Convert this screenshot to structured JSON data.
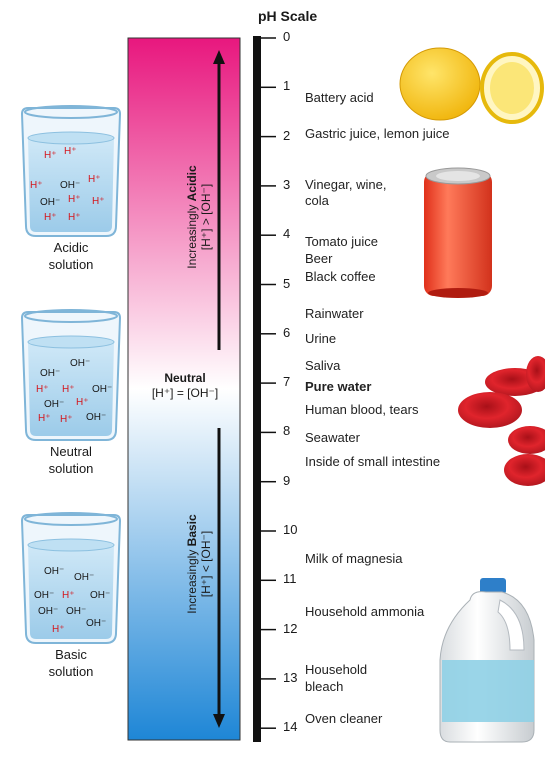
{
  "title": "pH Scale",
  "ticks": [
    "0",
    "1",
    "2",
    "3",
    "4",
    "5",
    "6",
    "7",
    "8",
    "9",
    "10",
    "11",
    "12",
    "13",
    "14"
  ],
  "substances": [
    {
      "text": "Battery acid",
      "bold": false
    },
    {
      "text": "Gastric juice, lemon juice",
      "bold": false
    },
    {
      "text": "Vinegar, wine,",
      "bold": false
    },
    {
      "text": "cola",
      "bold": false
    },
    {
      "text": "Tomato juice",
      "bold": false
    },
    {
      "text": "Beer",
      "bold": false
    },
    {
      "text": "Black coffee",
      "bold": false
    },
    {
      "text": "Rainwater",
      "bold": false
    },
    {
      "text": "Urine",
      "bold": false
    },
    {
      "text": "Saliva",
      "bold": false
    },
    {
      "text": "Pure water",
      "bold": true
    },
    {
      "text": "Human blood, tears",
      "bold": false
    },
    {
      "text": "Seawater",
      "bold": false
    },
    {
      "text": "Inside of small intestine",
      "bold": false
    },
    {
      "text": "Milk of magnesia",
      "bold": false
    },
    {
      "text": "Household ammonia",
      "bold": false
    },
    {
      "text": "Household",
      "bold": false
    },
    {
      "text": "bleach",
      "bold": false
    },
    {
      "text": "Oven cleaner",
      "bold": false
    }
  ],
  "acidic": {
    "prefix": "Increasingly ",
    "word": "Acidic",
    "formula": "[H⁺] > [OH⁻]"
  },
  "basic": {
    "prefix": "Increasingly ",
    "word": "Basic",
    "formula": "[H⁺] < [OH⁻]"
  },
  "neutral": {
    "word": "Neutral",
    "formula": "[H⁺] = [OH⁻]"
  },
  "beakers": [
    {
      "label1": "Acidic",
      "label2": "solution"
    },
    {
      "label1": "Neutral",
      "label2": "solution"
    },
    {
      "label1": "Basic",
      "label2": "solution"
    }
  ],
  "ion_h": "H⁺",
  "ion_oh": "OH⁻",
  "colors": {
    "acid": "#e8177e",
    "neutral": "#ffffff",
    "base": "#1e86d6",
    "ion_h": "#d4161c",
    "ion_oh": "#1a1a1a"
  }
}
